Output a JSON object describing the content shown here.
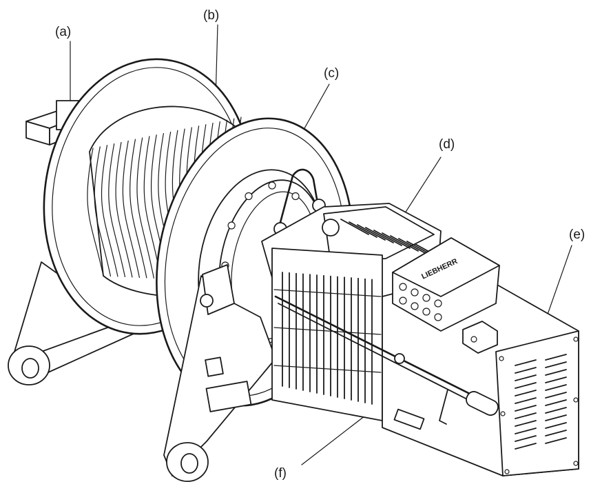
{
  "labels": {
    "a": "(a)",
    "b": "(b)",
    "c": "(c)",
    "d": "(d)",
    "e": "(e)",
    "f": "(f)"
  },
  "logo_text": "LIEBHERR",
  "colors": {
    "ink": "#1a1a1a",
    "paper": "#ffffff"
  }
}
